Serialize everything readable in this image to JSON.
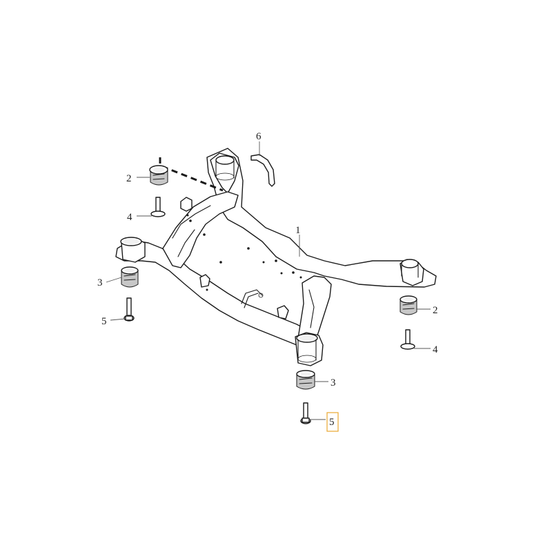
{
  "callouts": {
    "c1": "1",
    "c2_left": "2",
    "c2_right": "2",
    "c3_left": "3",
    "c3_right": "3",
    "c4_left": "4",
    "c4_right": "4",
    "c5_left": "5",
    "c5_right": "5",
    "c6": "6"
  },
  "colors": {
    "highlight": "#e8a630",
    "line": "#1a1a1a",
    "rubber": "#c7c7c7"
  }
}
